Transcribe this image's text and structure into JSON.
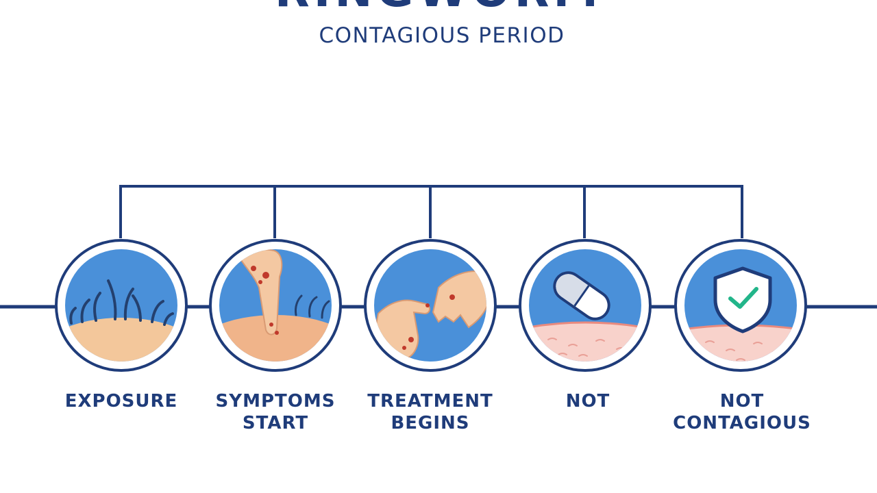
{
  "header": {
    "title": "RINGWORM",
    "subtitle": "CONTAGIOUS PERIOD"
  },
  "stages": [
    {
      "line1": "EXPOSURE",
      "line2": "",
      "icon": "hair-skin-icon"
    },
    {
      "line1": "SYMPTOMS",
      "line2": "START",
      "icon": "finger-touching-skin-icon"
    },
    {
      "line1": "TREATMENT",
      "line2": "BEGINS",
      "icon": "hands-with-lesions-icon"
    },
    {
      "line1": "NOT",
      "line2": "",
      "icon": "pill-capsule-icon"
    },
    {
      "line1": "NOT",
      "line2": "CONTAGIOUS",
      "icon": "shield-check-icon"
    }
  ],
  "colors": {
    "navy": "#1f3c7a",
    "circle_fill": "#4a90d9",
    "skin": "#f3c79b",
    "skin_red": "#f6c7c0",
    "check": "#22b58a"
  }
}
